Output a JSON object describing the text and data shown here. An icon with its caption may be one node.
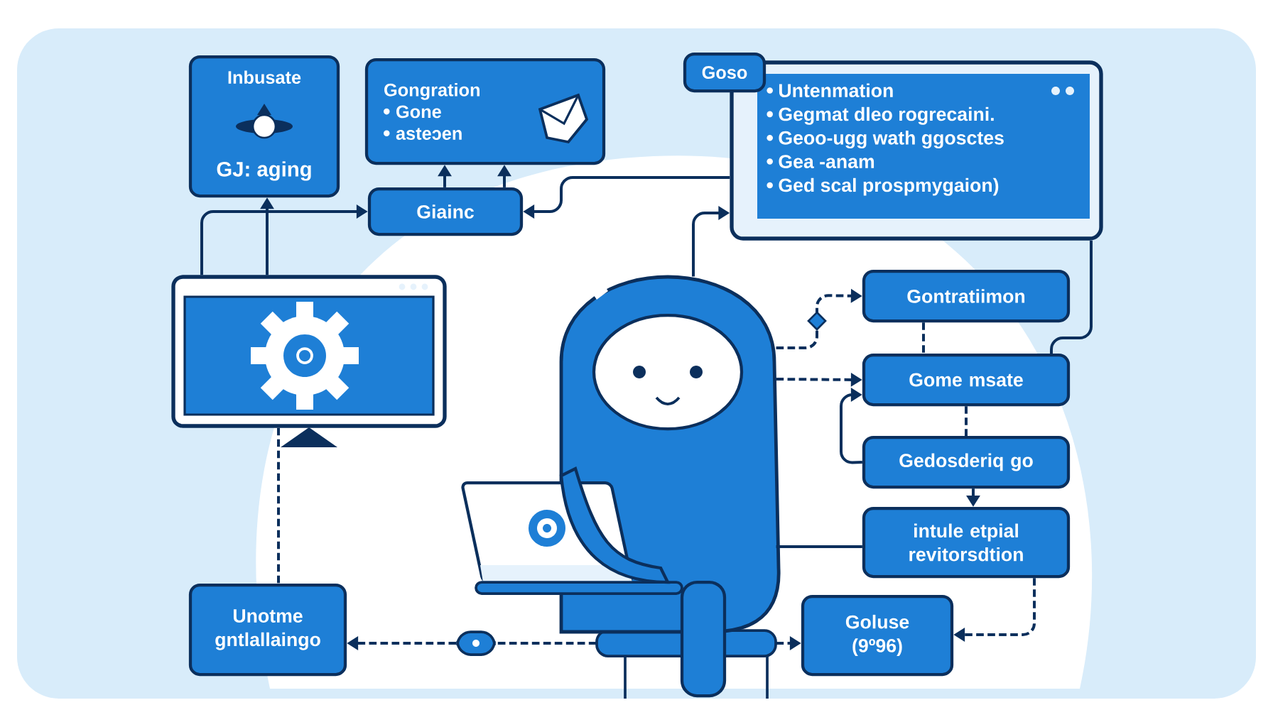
{
  "diagram": {
    "nodes": [
      {
        "text": [
          "Inbusate",
          "GJ: aging"
        ]
      },
      {
        "text": [
          "Gongration",
          "Gone",
          "asteɔen"
        ]
      },
      {
        "text": [
          "Giainc"
        ]
      },
      {
        "text": [
          "Goso"
        ]
      },
      {
        "text": [
          "Untenmation",
          "Gegmat dleo rogrecaini.",
          "Geoo-ugg wath ggosctes",
          "Gea -anam",
          "Ged scal prospmygaion)"
        ]
      },
      {
        "text": [],
        "shape": "picture"
      },
      {
        "text": [
          "Gontratiimon"
        ]
      },
      {
        "text": [
          "Gome msate"
        ]
      },
      {
        "text": [
          "Gedosderiq go"
        ]
      },
      {
        "text": [
          "intule etpial revitorsdtion"
        ]
      },
      {
        "text": [
          "Unotme gntlallaingo"
        ]
      },
      {
        "text": [
          "Goluse",
          "(9º96)"
        ]
      },
      {
        "text": [],
        "shape": "person"
      },
      {
        "text": [],
        "shape": "box"
      }
    ],
    "edges": [
      {
        "from": 2,
        "to": 1,
        "arrow": "to"
      },
      {
        "from": 2,
        "to": 1,
        "arrow": "to"
      },
      {
        "from": 5,
        "to": 0,
        "arrow": "to"
      },
      {
        "from": 5,
        "to": 2,
        "arrow": "to"
      },
      {
        "from": 4,
        "to": 2,
        "arrow": "to"
      },
      {
        "from": 12,
        "to": 4,
        "arrow": "to"
      },
      {
        "from": 4,
        "to": 7,
        "arrow": "none"
      },
      {
        "from": 12,
        "to": 6,
        "arrow": "to",
        "style": "dashed"
      },
      {
        "from": 12,
        "to": 7,
        "arrow": "to",
        "style": "dashed"
      },
      {
        "from": 8,
        "to": 7,
        "arrow": "to"
      },
      {
        "from": 6,
        "to": 7,
        "arrow": "none",
        "style": "dashed"
      },
      {
        "from": 7,
        "to": 8,
        "arrow": "none",
        "style": "dashed"
      },
      {
        "from": 8,
        "to": 9,
        "arrow": "to"
      },
      {
        "from": 9,
        "to": 11,
        "arrow": "to",
        "style": "dashed"
      },
      {
        "from": 12,
        "to": 11,
        "arrow": "to",
        "style": "dashed"
      },
      {
        "from": 13,
        "to": 10,
        "arrow": "to",
        "style": "dashed"
      },
      {
        "from": 5,
        "to": 10,
        "arrow": "none",
        "style": "dashed"
      },
      {
        "from": 12,
        "to": 9,
        "arrow": "none"
      },
      {
        "from": 12,
        "to": 13,
        "arrow": "none",
        "style": "dashed"
      }
    ]
  }
}
